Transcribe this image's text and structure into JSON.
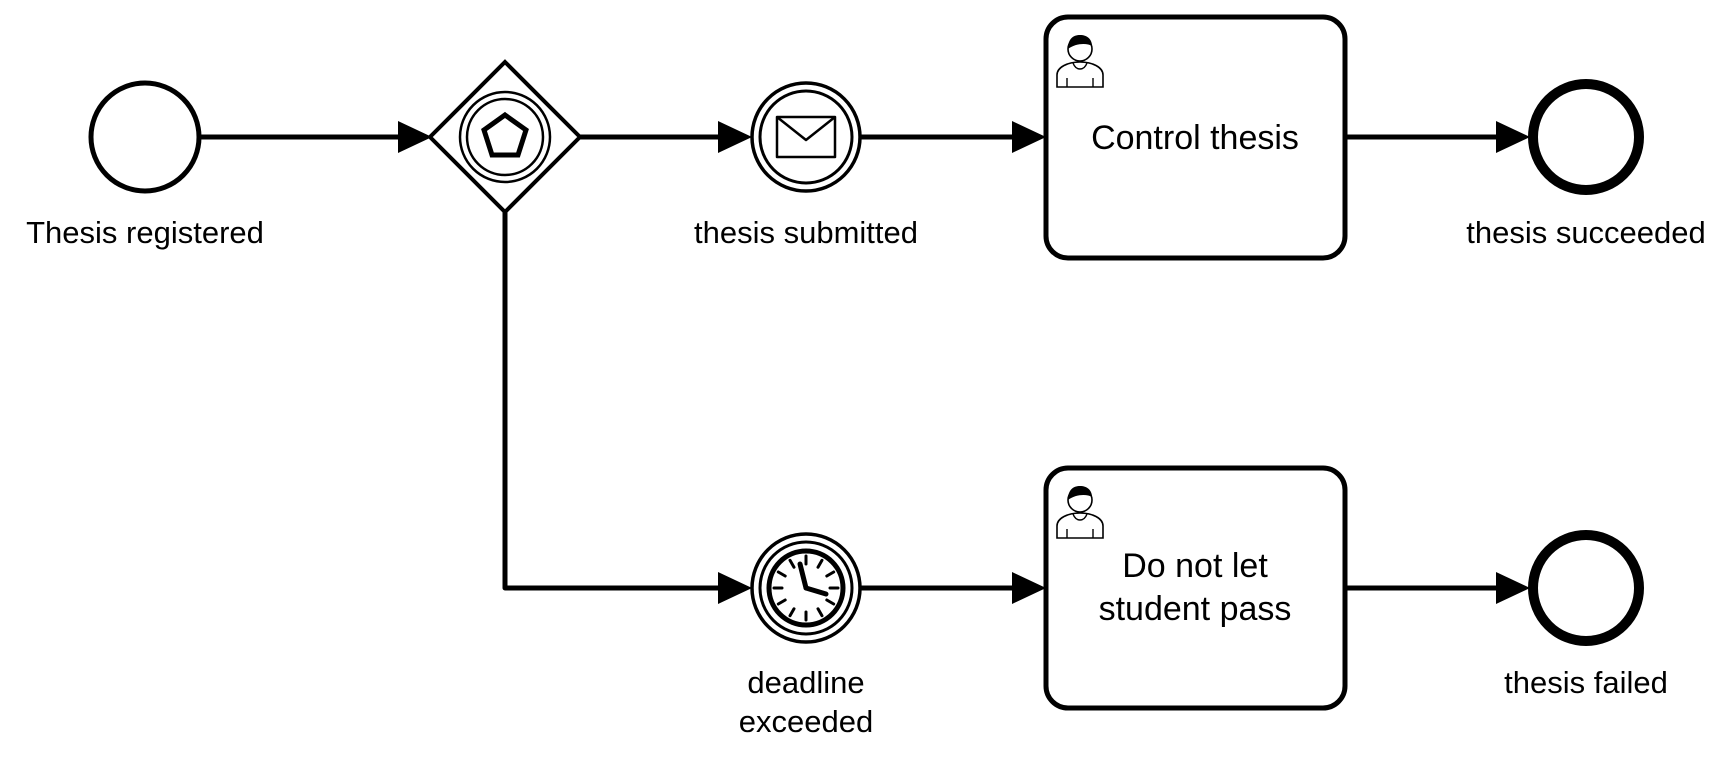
{
  "diagram": {
    "start_event": {
      "label": "Thesis registered"
    },
    "gateway": {
      "kind": "event-based",
      "icon": "pentagon-icon"
    },
    "message_event": {
      "label": "thesis submitted",
      "icon": "envelope-icon"
    },
    "timer_event": {
      "label_line1": "deadline",
      "label_line2": "exceeded",
      "icon": "clock-icon"
    },
    "task_control": {
      "label": "Control thesis",
      "icon": "user-icon"
    },
    "task_fail": {
      "label_line1": "Do not let",
      "label_line2": "student pass",
      "icon": "user-icon"
    },
    "end_success": {
      "label": "thesis succeeded"
    },
    "end_failed": {
      "label": "thesis failed"
    }
  }
}
